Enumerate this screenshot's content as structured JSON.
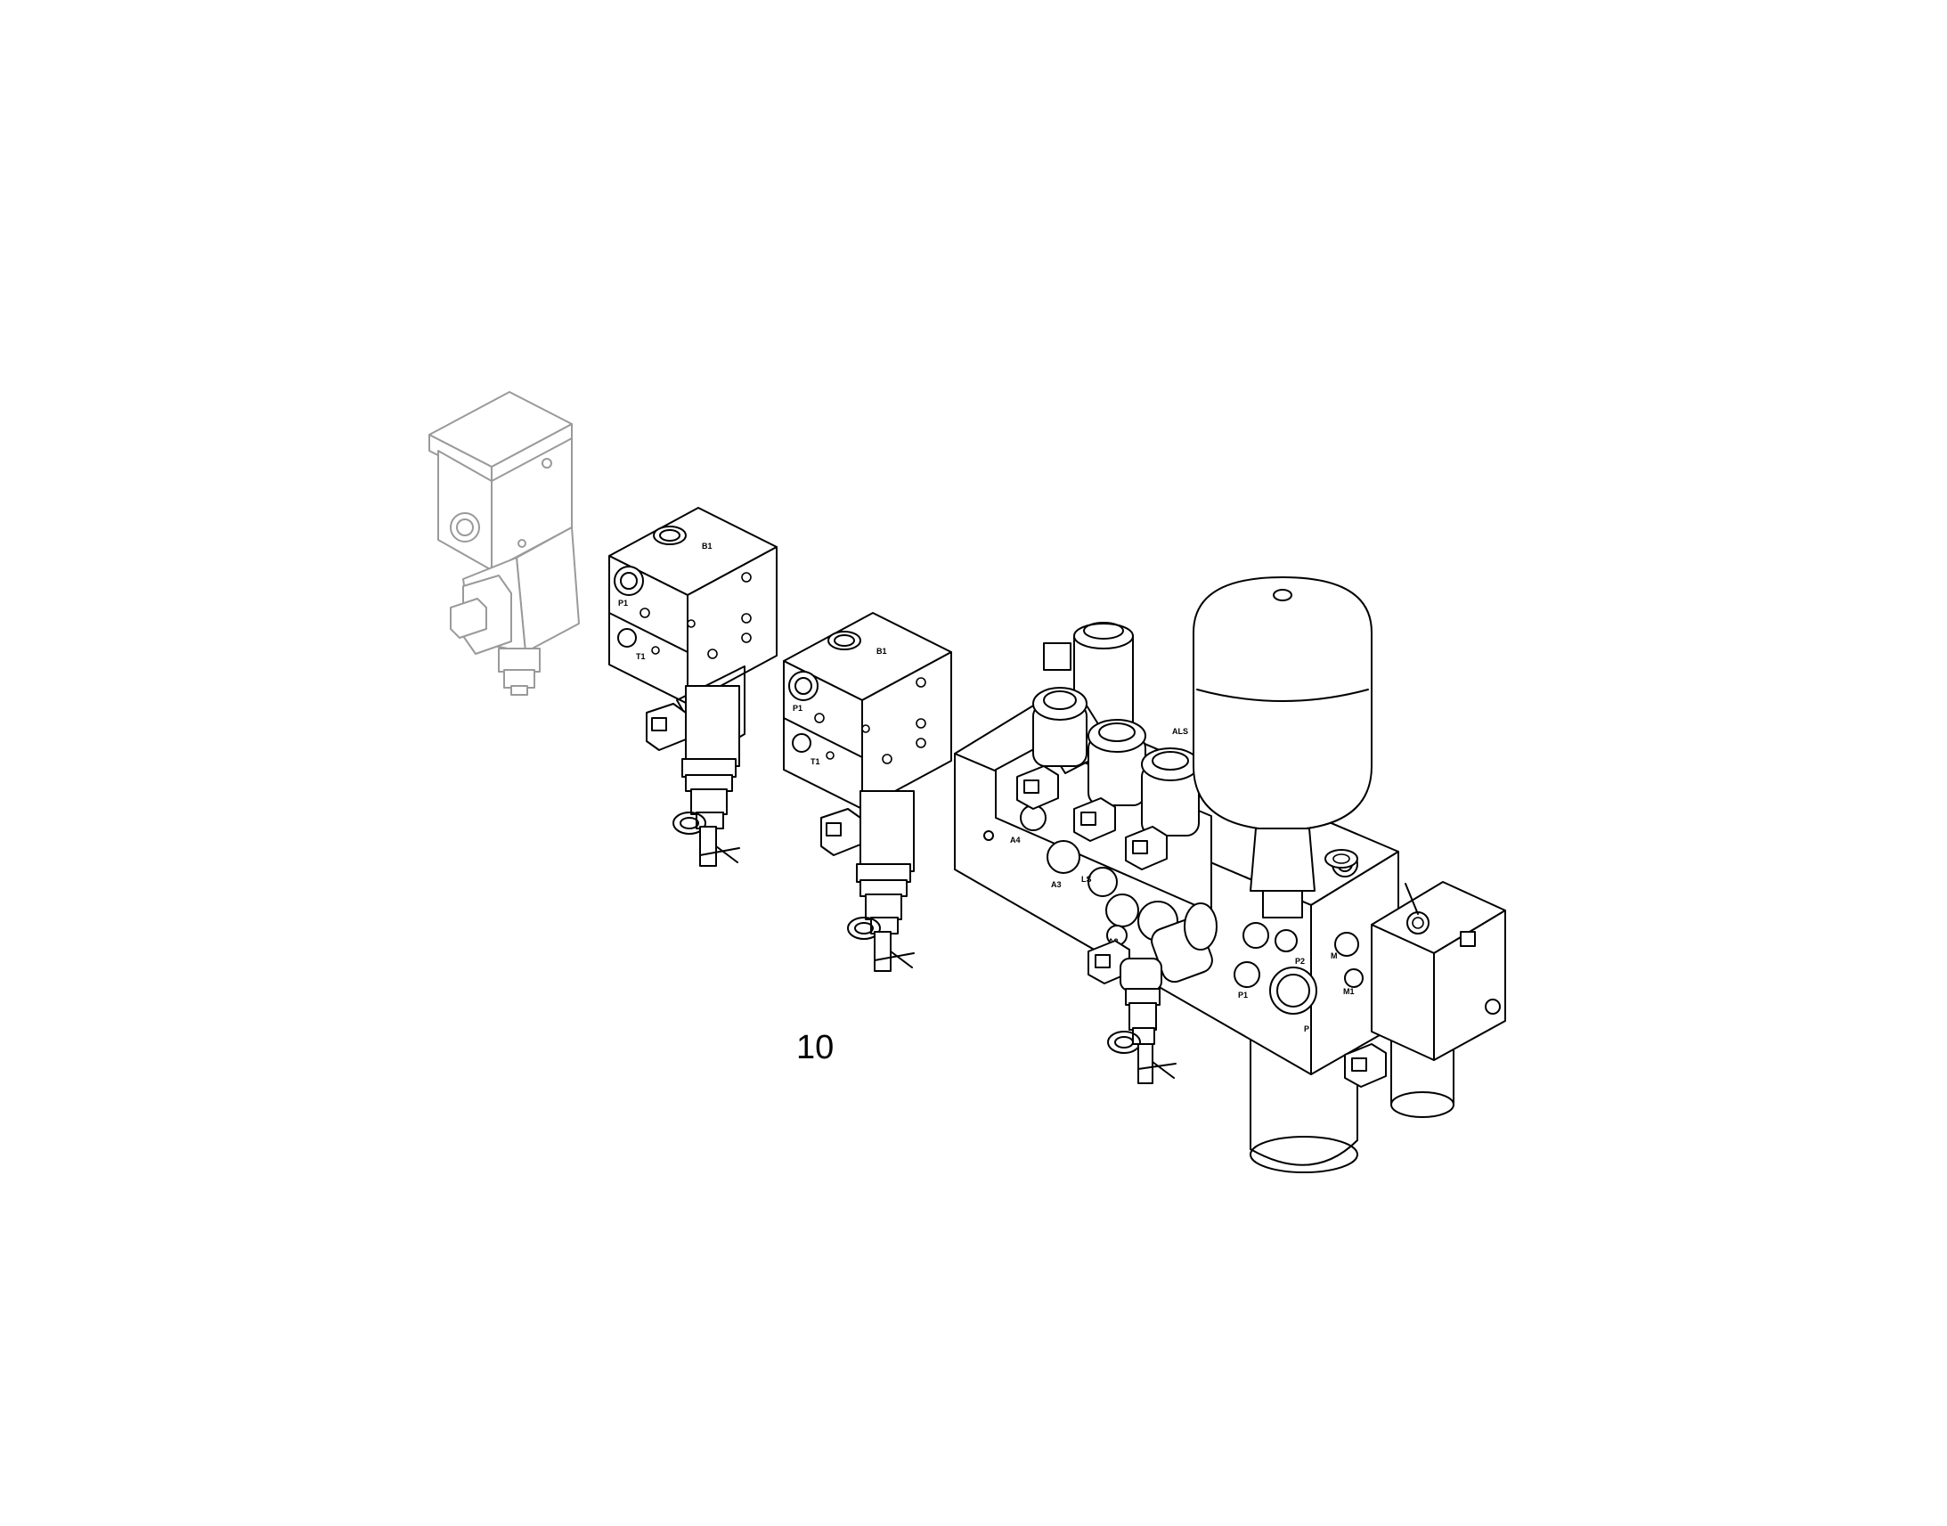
{
  "diagram": {
    "callout_label": "10",
    "port_labels": {
      "module_a_face": "B1",
      "module_a_side": "P1",
      "module_a_bottom": "T1",
      "module_b_face": "B1",
      "module_b_side": "P1",
      "module_b_bottom": "T1",
      "main_a4": "A4",
      "main_a3": "A3",
      "main_ls": "LS",
      "main_a2": "A2",
      "main_p1": "P1",
      "main_p2": "P2",
      "main_p": "P",
      "main_m": "M",
      "main_m2": "M1",
      "main_top": "ALS"
    }
  }
}
